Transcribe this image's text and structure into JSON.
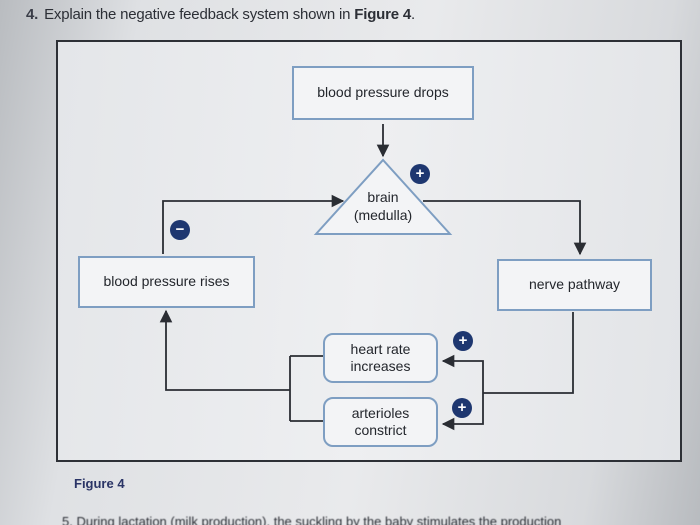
{
  "question": {
    "number": "4.",
    "text_before": "Explain the negative feedback system shown in ",
    "ref": "Figure 4",
    "text_after": "."
  },
  "diagram": {
    "stimulus": "blood pressure drops",
    "brain_line1": "brain",
    "brain_line2": "(medulla)",
    "pathway": "nerve pathway",
    "effector1_line1": "heart rate",
    "effector1_line2": "increases",
    "effector2_line1": "arterioles",
    "effector2_line2": "constrict",
    "response": "blood pressure rises",
    "plus_sign": "+",
    "minus_sign": "−"
  },
  "caption": "Figure 4",
  "next_question": "5. During lactation (milk production), the suckling by the baby stimulates the production"
}
